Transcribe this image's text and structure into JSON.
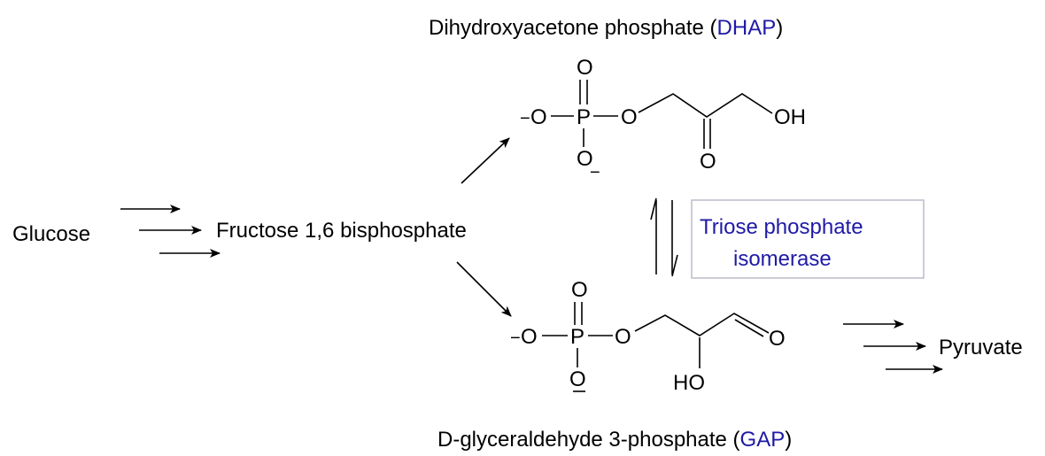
{
  "colors": {
    "text": "#000000",
    "accent": "#1f1aa6",
    "enzyme_border": "#b7b7c7"
  },
  "glucose": "Glucose",
  "f16bp": "Fructose 1,6 bisphosphate",
  "pyruvate": "Pyruvate",
  "dhap": {
    "name": "Dihydroxyacetone phosphate (",
    "abbr": "DHAP",
    "close": ")"
  },
  "gap": {
    "name": "D-glyceraldehyde 3-phosphate (",
    "abbr": "GAP",
    "close": ")"
  },
  "enzyme": {
    "line1": "Triose phosphate",
    "line2": "isomerase"
  },
  "atoms": {
    "O": "O",
    "P": "P",
    "OH": "OH",
    "HO": "HO",
    "minus": "−"
  }
}
